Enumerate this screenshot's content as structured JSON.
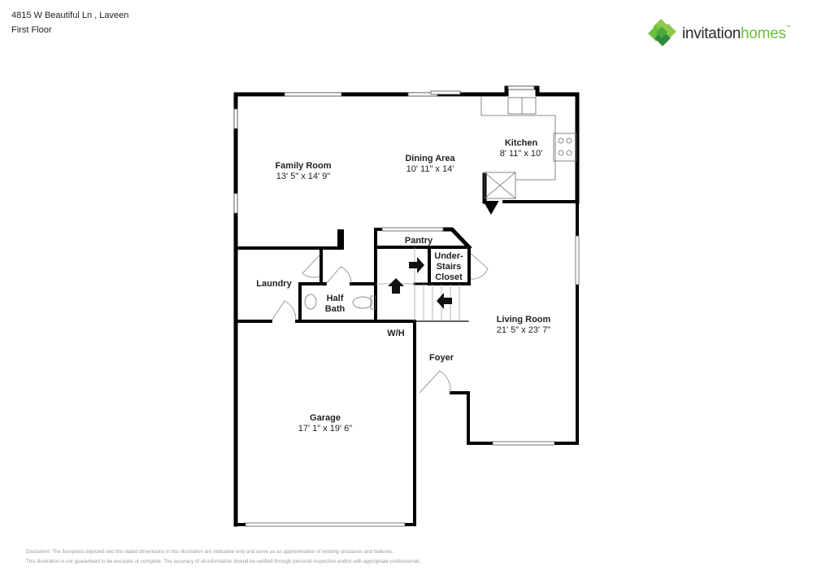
{
  "header": {
    "address": "4815 W Beautiful Ln , Laveen",
    "floor": "First Floor"
  },
  "logo": {
    "word1": "invitation",
    "word2": "homes",
    "trademark": "™",
    "colors": {
      "dark": "#2b2b2b",
      "green": "#6cbf3f",
      "dark_green": "#2e8b3a"
    }
  },
  "rooms": {
    "family_room": {
      "name": "Family Room",
      "dims": "13' 5\" x 14' 9\""
    },
    "dining_area": {
      "name": "Dining Area",
      "dims": "10' 11\" x 14'"
    },
    "kitchen": {
      "name": "Kitchen",
      "dims": "8' 11\" x 10'"
    },
    "pantry": {
      "name": "Pantry"
    },
    "under_stairs": {
      "line1": "Under-",
      "line2": "Stairs",
      "line3": "Closet"
    },
    "laundry": {
      "name": "Laundry"
    },
    "half_bath": {
      "line1": "Half",
      "line2": "Bath"
    },
    "living_room": {
      "name": "Living Room",
      "dims": "21' 5\" x 23' 7\""
    },
    "foyer": {
      "name": "Foyer"
    },
    "garage": {
      "name": "Garage",
      "dims": "17' 1\" x 19' 6\""
    },
    "water_heater": {
      "name": "W/H"
    }
  },
  "disclaimer": {
    "line1": "Disclaimer: The floorplans depicted and the stated dimensions in this illustration are indicative only and serve as an approximation of existing structures and features.",
    "line2": "This illustration is not guaranteed to be accurate or complete. The accuracy of all information should be verified through personal inspection and/or with appropriate professionals."
  }
}
